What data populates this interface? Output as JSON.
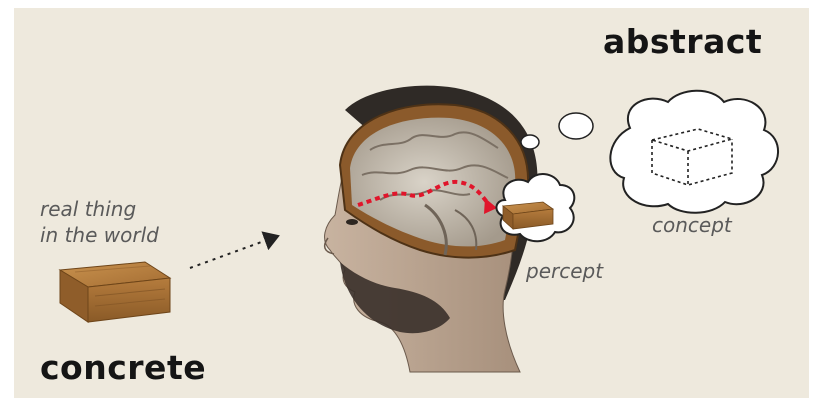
{
  "labels": {
    "abstract": "abstract",
    "concrete": "concrete",
    "real_thing_line1": "real thing",
    "real_thing_line2": "in the world",
    "percept": "percept",
    "concept": "concept"
  },
  "colors": {
    "background": "#eee9dd",
    "text_dark": "#151515",
    "text_soft": "#5a5a5a",
    "neural_path": "#e0152b",
    "wood": "#b07a3c",
    "wood_dark": "#7a4f22"
  },
  "icons": {
    "real_object": "wooden-box-icon",
    "percept_object": "wooden-box-icon",
    "concept_object": "dashed-box-outline-icon",
    "head": "anatomical-head-cross-section-icon"
  }
}
